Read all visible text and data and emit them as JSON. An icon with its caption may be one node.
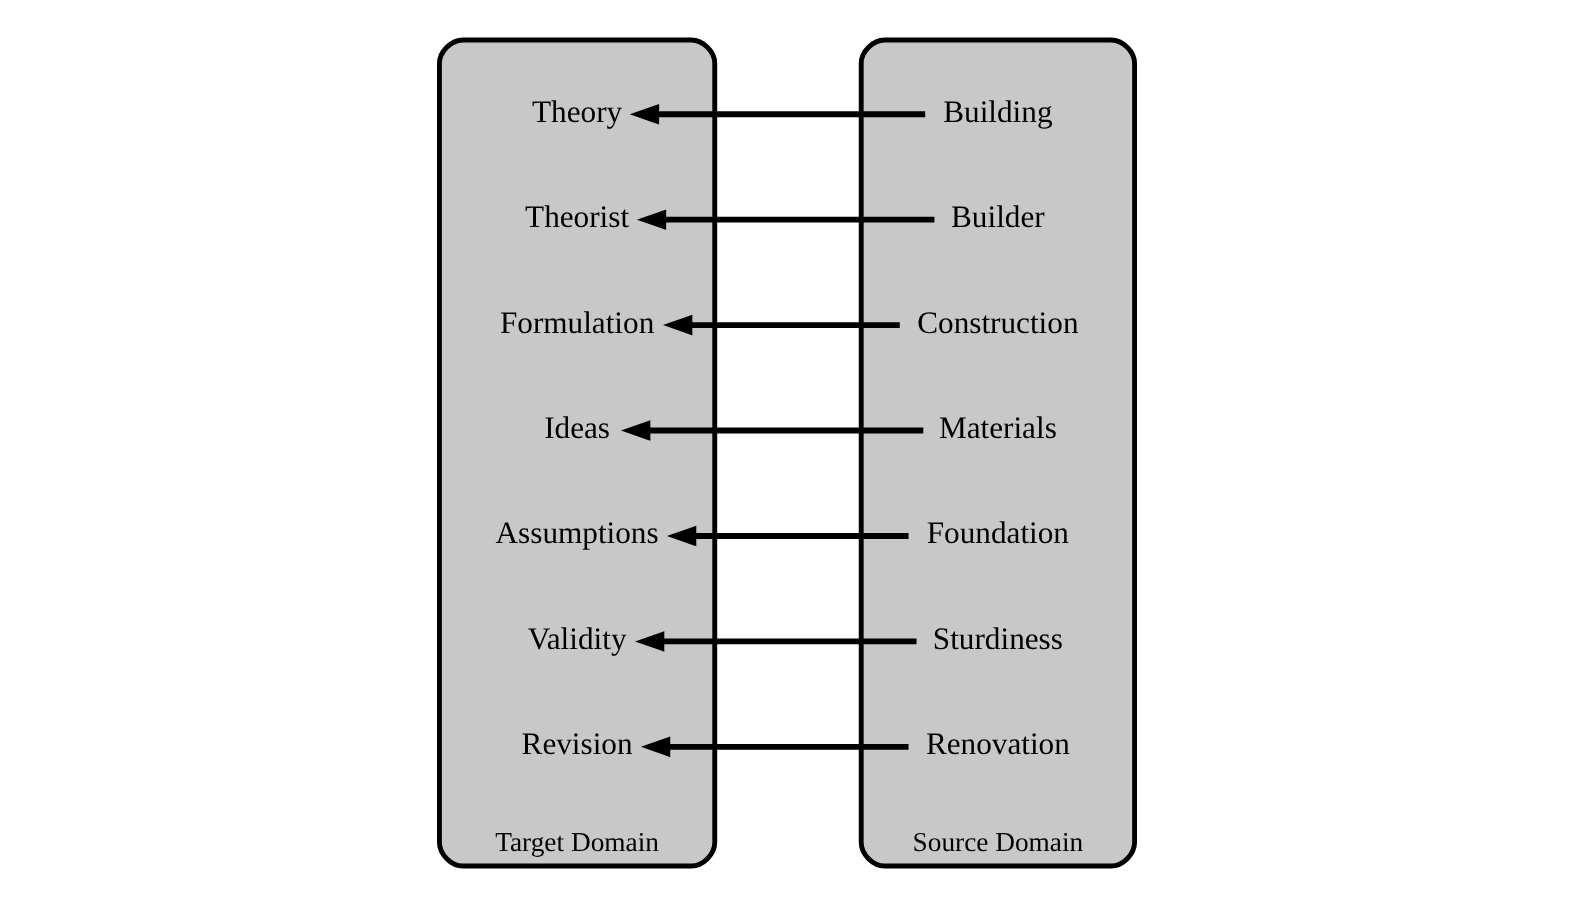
{
  "diagram": {
    "nodes": [
      {
        "text": [
          "Target Domain"
        ]
      },
      {
        "text": [
          "Theory"
        ],
        "in": 0
      },
      {
        "text": [
          "Theorist"
        ],
        "in": 0
      },
      {
        "text": [
          "Formulation"
        ],
        "in": 0
      },
      {
        "text": [
          "Ideas"
        ],
        "in": 0
      },
      {
        "text": [
          "Assumptions"
        ],
        "in": 0
      },
      {
        "text": [
          "Validity"
        ],
        "in": 0
      },
      {
        "text": [
          "Revision"
        ],
        "in": 0
      },
      {
        "text": [
          "Source Domain"
        ]
      },
      {
        "text": [
          "Building"
        ],
        "in": 8
      },
      {
        "text": [
          "Builder"
        ],
        "in": 8
      },
      {
        "text": [
          "Construction"
        ],
        "in": 8
      },
      {
        "text": [
          "Materials"
        ],
        "in": 8
      },
      {
        "text": [
          "Foundation"
        ],
        "in": 8
      },
      {
        "text": [
          "Sturdiness"
        ],
        "in": 8
      },
      {
        "text": [
          "Renovation"
        ],
        "in": 8
      }
    ],
    "edges": [
      {
        "from": 9,
        "to": 1,
        "arrow": "to"
      },
      {
        "from": 10,
        "to": 2,
        "arrow": "to"
      },
      {
        "from": 11,
        "to": 3,
        "arrow": "to"
      },
      {
        "from": 12,
        "to": 4,
        "arrow": "to"
      },
      {
        "from": 13,
        "to": 5,
        "arrow": "to"
      },
      {
        "from": 14,
        "to": 6,
        "arrow": "to"
      },
      {
        "from": 15,
        "to": 7,
        "arrow": "to"
      }
    ]
  }
}
